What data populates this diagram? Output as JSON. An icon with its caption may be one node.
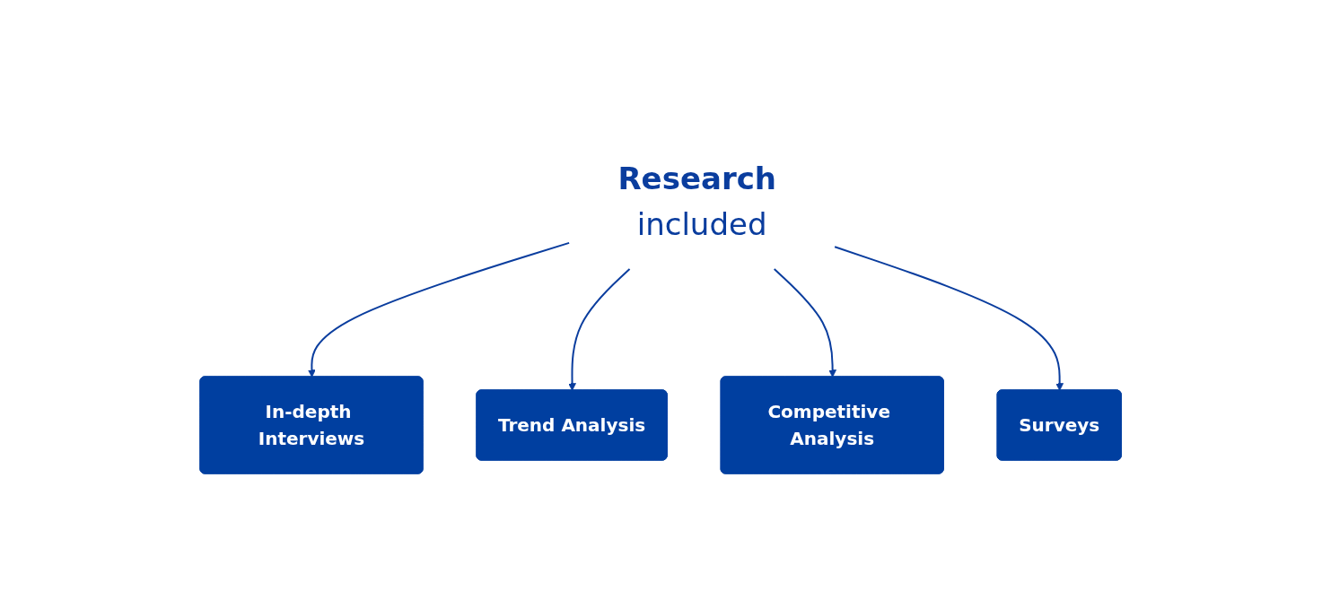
{
  "diagram": {
    "nodes": [
      {
        "text": [
          "**Research** included"
        ]
      },
      {
        "text": [
          "In-depth Interviews"
        ]
      },
      {
        "text": [
          "Trend Analysis"
        ]
      },
      {
        "text": [
          "Competitive Analysis"
        ]
      },
      {
        "text": [
          "Surveys"
        ]
      }
    ],
    "edges": [
      {
        "from": 0,
        "to": 1,
        "arrow": "to"
      },
      {
        "from": 0,
        "to": 2,
        "arrow": "to"
      },
      {
        "from": 0,
        "to": 3,
        "arrow": "to"
      },
      {
        "from": 0,
        "to": 4,
        "arrow": "to"
      }
    ]
  }
}
